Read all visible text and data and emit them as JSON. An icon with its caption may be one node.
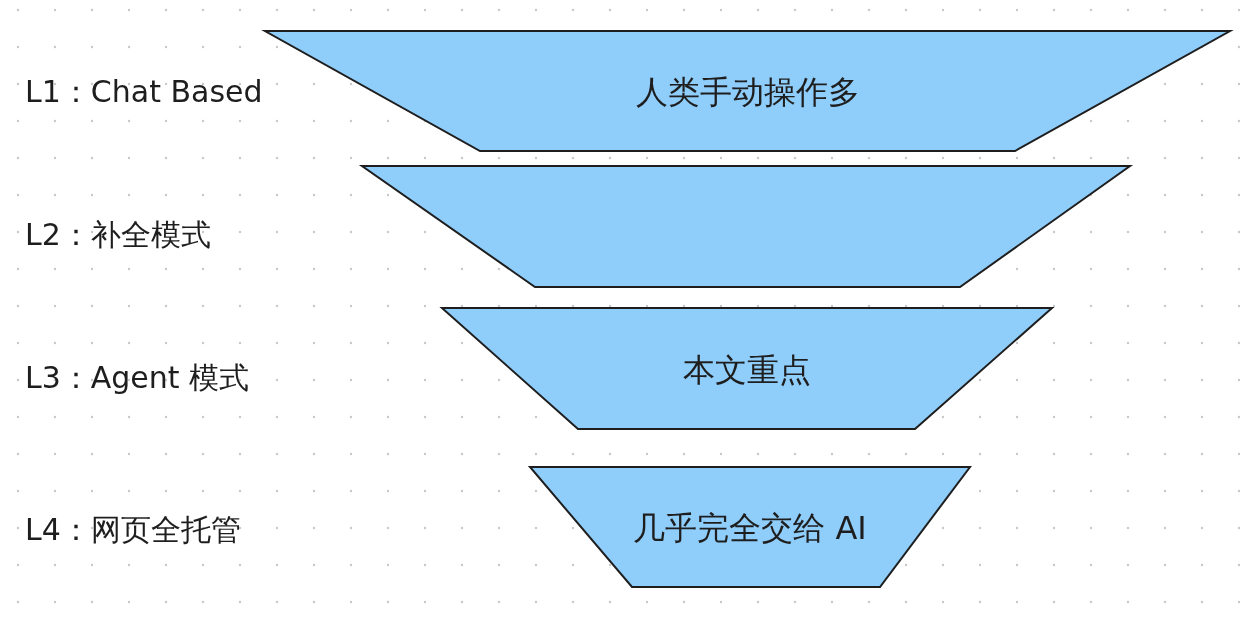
{
  "diagram": {
    "nodes": [
      {
        "text": [
          "人类手动操作多"
        ]
      },
      {
        "text": [],
        "shape": "trapezoid"
      },
      {
        "text": [
          "本文重点"
        ]
      },
      {
        "text": [
          "几乎完全交给 AI"
        ]
      }
    ],
    "labels": [
      "L1：Chat Based",
      "L2：补全模式",
      "L3：Agent 模式",
      "L4：网页全托管"
    ]
  }
}
